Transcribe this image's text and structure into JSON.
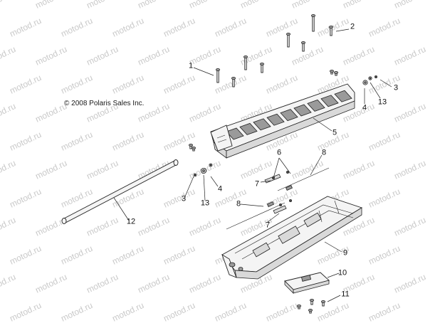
{
  "copyright": "© 2008 Polaris Sales Inc.",
  "watermark": "motod.ru",
  "callouts": [
    {
      "id": "c1",
      "text": "1"
    },
    {
      "id": "c2",
      "text": "2"
    },
    {
      "id": "c3a",
      "text": "3"
    },
    {
      "id": "c4a",
      "text": "4"
    },
    {
      "id": "c13a",
      "text": "13"
    },
    {
      "id": "c5",
      "text": "5"
    },
    {
      "id": "c6",
      "text": "6"
    },
    {
      "id": "c8a",
      "text": "8"
    },
    {
      "id": "c7a",
      "text": "7"
    },
    {
      "id": "c3b",
      "text": "3"
    },
    {
      "id": "c4b",
      "text": "4"
    },
    {
      "id": "c13b",
      "text": "13"
    },
    {
      "id": "c8b",
      "text": "8"
    },
    {
      "id": "c7b",
      "text": "7"
    },
    {
      "id": "c12",
      "text": "12"
    },
    {
      "id": "c9",
      "text": "9"
    },
    {
      "id": "c10",
      "text": "10"
    },
    {
      "id": "c11",
      "text": "11"
    }
  ]
}
